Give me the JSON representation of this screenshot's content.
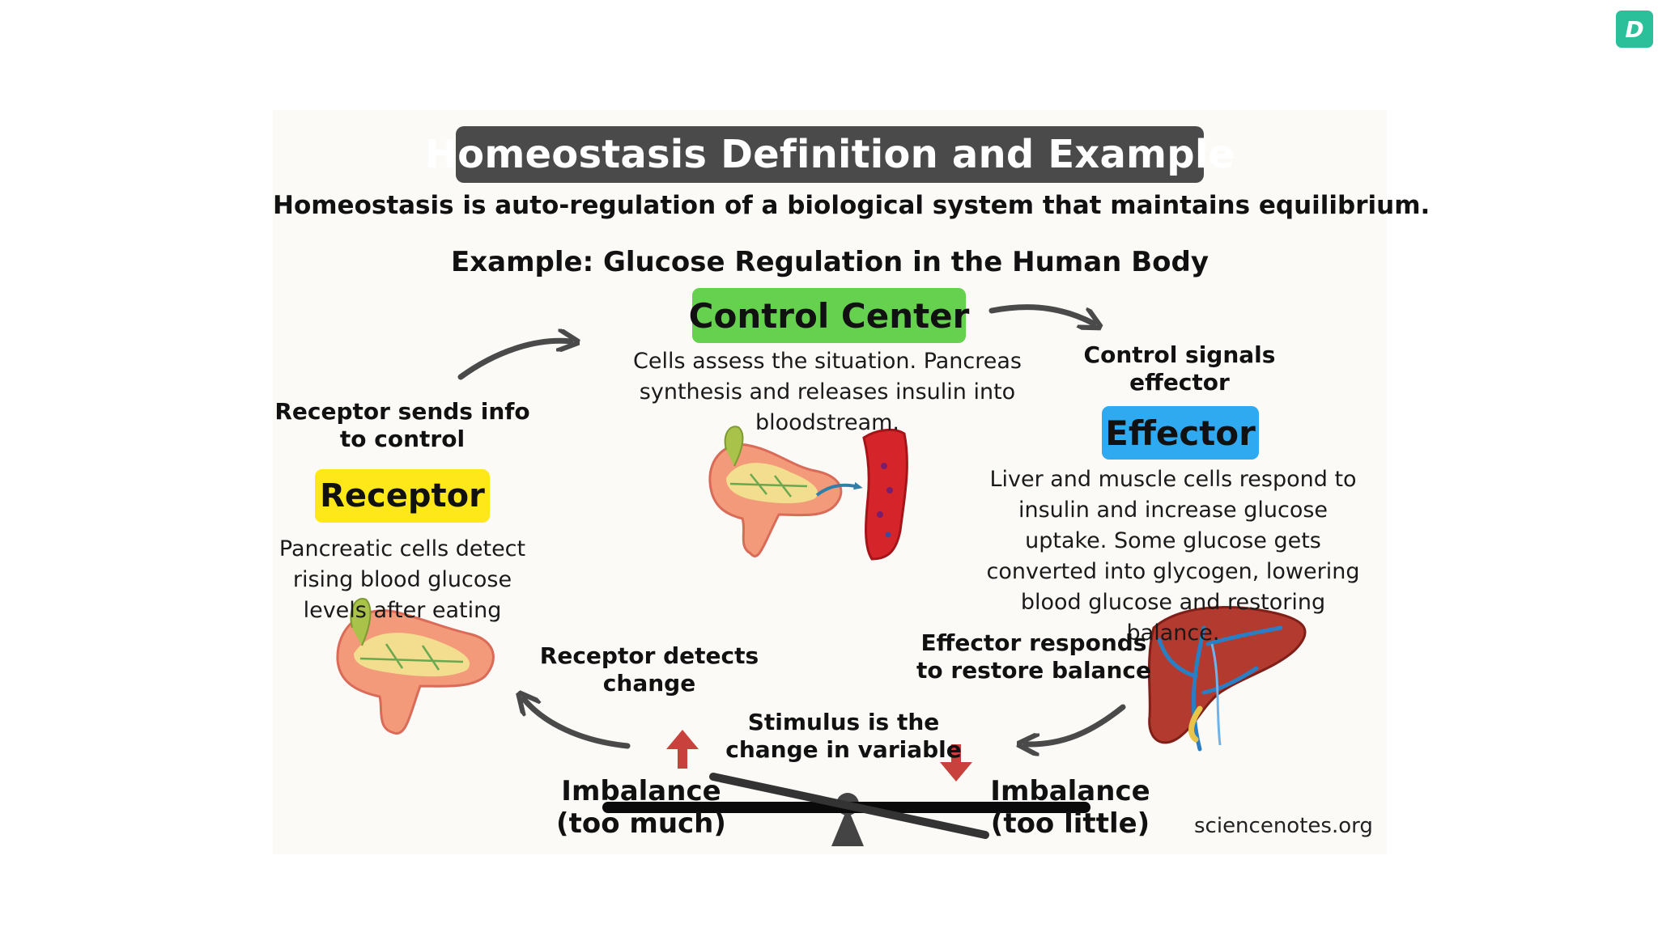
{
  "logo": {
    "letter": "D"
  },
  "title": "Homeostasis Definition and Example",
  "definition": "Homeostasis is auto-regulation of a biological system that maintains equilibrium.",
  "example_heading": "Example: Glucose Regulation in the Human Body",
  "control_center": {
    "label": "Control Center",
    "description": "Cells assess the situation. Pancreas synthesis and releases insulin into bloodstream."
  },
  "effector": {
    "label": "Effector",
    "description": "Liver and muscle cells respond to insulin and increase glucose uptake. Some glucose gets converted into glycogen, lowering blood glucose and restoring balance."
  },
  "receptor": {
    "label": "Receptor",
    "description": "Pancreatic cells detect rising blood glucose levels after eating"
  },
  "arrows": {
    "receptor_to_control": {
      "line1": "Receptor sends info",
      "line2": "to control"
    },
    "control_to_effector": {
      "line1": "Control signals",
      "line2": "effector"
    },
    "effector_response": {
      "line1": "Effector responds",
      "line2": "to restore balance"
    },
    "receptor_detects": {
      "line1": "Receptor detects",
      "line2": "change"
    }
  },
  "stimulus": {
    "line1": "Stimulus is the",
    "line2": "change in variable"
  },
  "imbalance_high": {
    "line1": "Imbalance",
    "line2": "(too much)"
  },
  "imbalance_low": {
    "line1": "Imbalance",
    "line2": "(too little)"
  },
  "credit": "sciencenotes.org",
  "colors": {
    "title_bg": "#4a4a4a",
    "control_center": "#66d14f",
    "effector": "#2faaf0",
    "receptor": "#ffe81a",
    "arrow": "#4a4a4a",
    "up_arrow": "#c8413c",
    "down_arrow": "#c8413c"
  }
}
